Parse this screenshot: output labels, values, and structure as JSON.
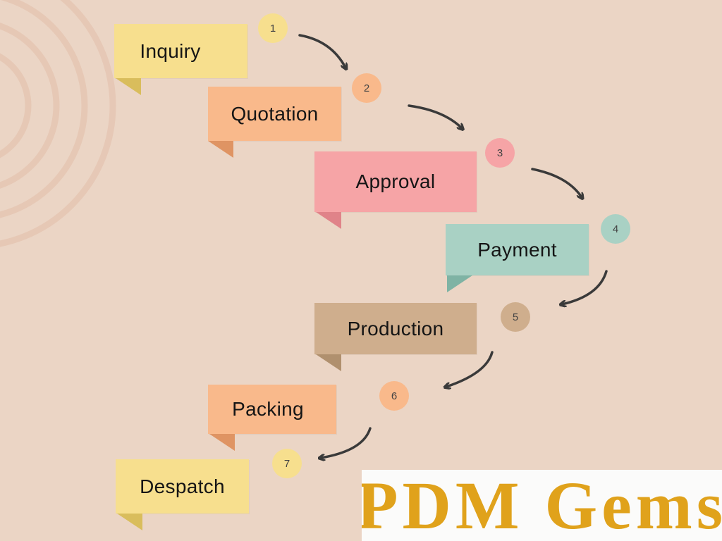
{
  "steps": [
    {
      "number": "1",
      "label": "Inquiry",
      "color": "#f7df8e",
      "fold_color": "#d9bd5c",
      "badge_color": "#f7df8e"
    },
    {
      "number": "2",
      "label": "Quotation",
      "color": "#f9b98b",
      "fold_color": "#df9463",
      "badge_color": "#f9b98b"
    },
    {
      "number": "3",
      "label": "Approval",
      "color": "#f6a4a6",
      "fold_color": "#e08389",
      "badge_color": "#f6a4a6"
    },
    {
      "number": "4",
      "label": "Payment",
      "color": "#a9d1c4",
      "fold_color": "#7fb3a4",
      "badge_color": "#a9d1c4"
    },
    {
      "number": "5",
      "label": "Production",
      "color": "#cfae8d",
      "fold_color": "#b0906e",
      "badge_color": "#cfae8d"
    },
    {
      "number": "6",
      "label": "Packing",
      "color": "#f9b98b",
      "fold_color": "#df9463",
      "badge_color": "#f9b98b"
    },
    {
      "number": "7",
      "label": "Despatch",
      "color": "#f7df8e",
      "fold_color": "#d9bd5c",
      "badge_color": "#f7df8e"
    }
  ],
  "logo": {
    "text": "PDM Gems",
    "color": "#e0a21b"
  },
  "arrow_color": "#3a3a3a",
  "background_color": "#ebd5c5"
}
